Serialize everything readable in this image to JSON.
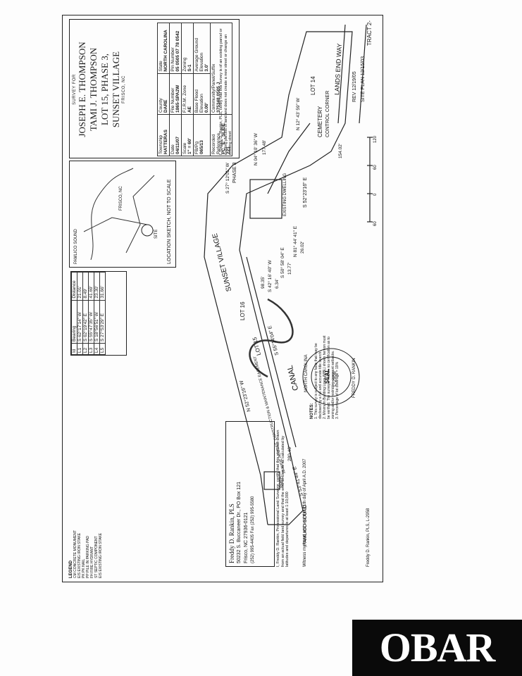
{
  "title_block": {
    "survey_for": "SURVEY FOR",
    "owner1": "JOSEPH E. THOMPSON",
    "owner2": "TAMI J. THOMPSON",
    "lot": "LOT 15, PHASE 3,",
    "subdivision": "SUNSET VILLAGE",
    "town": "FRISCO, NC",
    "rows": [
      [
        {
          "k": "Township",
          "v": "HATTERAS"
        },
        {
          "k": "County",
          "v": "DARE"
        },
        {
          "k": "State",
          "v": "NORTH CAROLINA"
        }
      ],
      [
        {
          "k": "Date",
          "v": "04/11/07"
        },
        {
          "k": "File Number",
          "v": "1865-SPA2W"
        },
        {
          "k": "Pin Number",
          "v": "05 0505 07 78 0542"
        }
      ],
      [
        {
          "k": "Scale",
          "v": "1\" = 60'"
        },
        {
          "k": "F.I.R.M. Zone",
          "v": "AE"
        },
        {
          "k": "Zoning",
          "v": "S-1"
        }
      ],
      [
        {
          "k": "FB/Pg",
          "v": "065/13"
        },
        {
          "k": "Base Flood Elevation",
          "v": "0.00'"
        },
        {
          "k": "Average Ground Elevation",
          "v": "3.0'"
        }
      ],
      [
        {
          "k": "Recorded Reference",
          "v": "PC \"E\", SLIDE 221"
        },
        {
          "k": "Community/Panel/Suffix",
          "v": "375348 0505 J"
        },
        {
          "k": "",
          "v": ""
        }
      ]
    ],
    "cert_note": "I, Freddy D. Rankin, PLS, certify that this survey is of an existing parcel or existing parcels of land and does not create a new street or change an existing street"
  },
  "location_sketch": {
    "caption": "LOCATION SKETCH, NOT TO SCALE",
    "pamlico_sound": "PAMLICO SOUND",
    "site": "SITE",
    "frisco": "FRISCO, NC"
  },
  "bearing_table": {
    "headers": [
      "Id",
      "Bearing",
      "Distance"
    ],
    "rows": [
      [
        "L1",
        "S 62°17'14\" W",
        "21.01'"
      ],
      [
        "L2",
        "S 62°19'42\" E",
        "8.49'"
      ],
      [
        "L3",
        "S 55°47'35\" W",
        "41.69'"
      ],
      [
        "L4",
        "S 18°56'51\" W",
        "23.30'"
      ],
      [
        "L5",
        "S 27°53'29\" E",
        "31.66'"
      ]
    ]
  },
  "plan_labels": {
    "lands_end_way": "LANDS END WAY",
    "tract": "TRACT 2-",
    "cemetery": "CEMETERY",
    "control_corner": "CONTROL CORNER",
    "phase3": "PHASE 3",
    "sunset_village": "SUNSET VILLAGE",
    "lot16": "LOT 16",
    "lot14": "LOT 14",
    "lot15": "LOT 15",
    "canal": "CANAL",
    "pamlico_sound": "PAMLICO SOUND",
    "existing_dwelling": "EXISTING DWELLING",
    "shed": "SHED",
    "bearing_n52": "N 52°23'16\" W",
    "bearing_s52": "S 52°23'16\" E",
    "bearing_s55": "S 55°14'04\" E",
    "bearing_s53": "S 53°41'44\" E",
    "bearing_n04": "N 04° 10' 36\" W",
    "bearing_s27": "S 27° 12'01\" W",
    "bearing_n12": "N 12° 43' 59\" W",
    "bearing_s42": "S 42° 16' 40\" W",
    "bearing_s50": "S 50° 58' 04\" E",
    "bearing_n81": "N 81° 44' 41\" E",
    "dist_280": "280.46'",
    "dist_154": "154.02'",
    "dist_177": "177.48'",
    "dist_98": "98.35'",
    "dist_26": "26.02'",
    "dist_13": "13.77'",
    "dist_6": "6.34'",
    "rev": "REV 12/19/05",
    "site_plan": "SITE PLAN 12/15/03",
    "easement": "15 WIDE ACCESS, CONSTRUCTION & MAINTENANCE EASEMENT",
    "scale_ticks": [
      "60",
      "0",
      "60",
      "120"
    ]
  },
  "notes": {
    "heading": "NOTES:",
    "items": [
      "1. This survey is subject to any facts that may be disclosed by a full and accurate title search.",
      "2. Minimum Building Lines (MBL) shown hereon must be verified. The surveyor makes no certification as to zoning and/or restrictive covenant setbacks.",
      "3. Percentage of lot coverage = 19%"
    ]
  },
  "seal": {
    "outer_top": "NORTH CAROLINA",
    "center1": "SEAL",
    "center2": "L-2958",
    "outer_bottom": "FREDDY D. RANKIN"
  },
  "surveyor": {
    "name": "Freddy D. Rankin, PLS",
    "address": "50232 S. Buccaneer Dr., PO Box 121",
    "city": "Frisco, NC 27936-0121",
    "phone": "(252) 995-4405   Fax (252) 995-5580",
    "cert": "I, Freddy D. Rankin, Professional Land Surveyor, certify that this plat was drawn from an actual field land survey and that the error of closure as calculated by latitudes and departures is at least 1:10,000",
    "witness": "Witness my hand and seal this 11th day of April A.D. 2007",
    "signature_line": "Freddy D. Rankin, PLS, L-2958"
  },
  "legend": {
    "heading": "LEGEND",
    "items": [
      "CM  CONCRETE MONUMENT",
      "EIS  EXISTING IRON STAKE",
      "PK  PK NAIL",
      "PP  PILE IN PARKING PAD",
      "FH  FIRE HYDRANT",
      "ST  SEPTIC COMPONENT",
      "EIS  EXISTING IRON STAKE"
    ]
  },
  "logo": {
    "text": "OBAR"
  }
}
